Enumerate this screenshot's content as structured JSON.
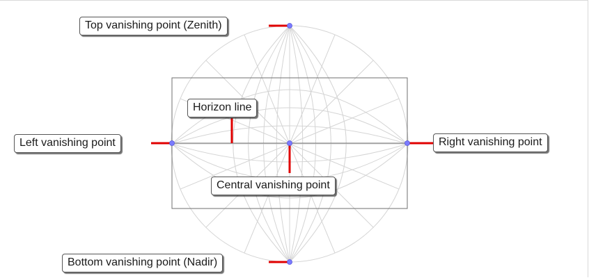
{
  "diagram": {
    "callouts": {
      "top": "Top vanishing point (Zenith)",
      "horizon": "Horizon line",
      "left": "Left vanishing point",
      "right": "Right vanishing point",
      "central": "Central vanishing point",
      "bottom": "Bottom vanishing point (Nadir)"
    },
    "colors": {
      "leader": "#e00000",
      "point": "#7b7bff",
      "grid": "#d4d4d4",
      "frame": "#6f6f6f"
    }
  }
}
